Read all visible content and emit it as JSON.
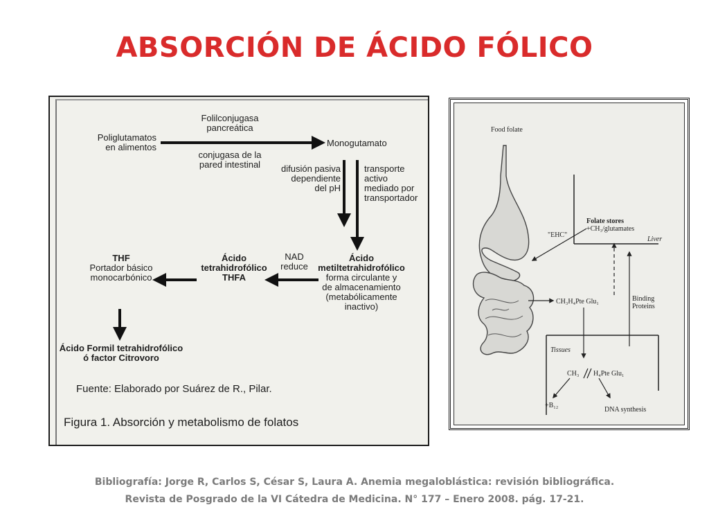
{
  "slide": {
    "title": "ABSORCIÓN DE ÁCIDO FÓLICO",
    "bibliography_line1": "Bibliografía: Jorge R, Carlos S, César S, Laura A.  Anemia megaloblástica: revisión bibliográfica.",
    "bibliography_line2": "Revista de Posgrado de la VI Cátedra de Medicina. N° 177 – Enero 2008. pág. 17-21.",
    "title_color": "#d92b2b"
  },
  "left_figure": {
    "folil_1": "Folilconjugasa",
    "folil_2": "pancreática",
    "poli_1": "Poliglutamatos",
    "poli_2": "en alimentos",
    "conj_1": "conjugasa de la",
    "conj_2": "pared intestinal",
    "mono": "Monogutamato",
    "dif_1": "difusión pasiva",
    "dif_2": "dependiente",
    "dif_3": "del pH",
    "trans_1": "transporte",
    "trans_2": "activo",
    "trans_3": "mediado por",
    "trans_4": "transportador",
    "thf_1": "THF",
    "thf_2": "Portador básico",
    "thf_3": "monocarbónico",
    "thfa_1": "Ácido",
    "thfa_2": "tetrahidrofólico",
    "thfa_3": "THFA",
    "nad_1": "NAD",
    "nad_2": "reduce",
    "metil_1": "Ácido",
    "metil_2": "metiltetrahidrofólico",
    "metil_3": "forma circulante y",
    "metil_4": "de almacenamiento",
    "metil_5": "(metabólicamente",
    "metil_6": "inactivo)",
    "formil_1": "Ácido Formil tetrahidrofólico",
    "formil_2": "ó factor Citrovoro",
    "source": "Fuente: Elaborado por Suárez de R., Pilar.",
    "caption": "Figura 1. Absorción y metabolismo de folatos"
  },
  "right_figure": {
    "food_folate": "Food folate",
    "ehc": "\"EHC\"",
    "stores_1": "Folate stores",
    "stores_2": "+CH₃/glutamates",
    "liver": "Liver",
    "ch3_glu": "CH₃H₄Pte Glu₁",
    "binding_1": "Binding",
    "binding_2": "Proteins",
    "tissues": "Tissues",
    "ch3": "CH₃",
    "h4pte": "H₄Pte Glu₁",
    "b12": "+B₁₂",
    "dna": "DNA synthesis"
  }
}
